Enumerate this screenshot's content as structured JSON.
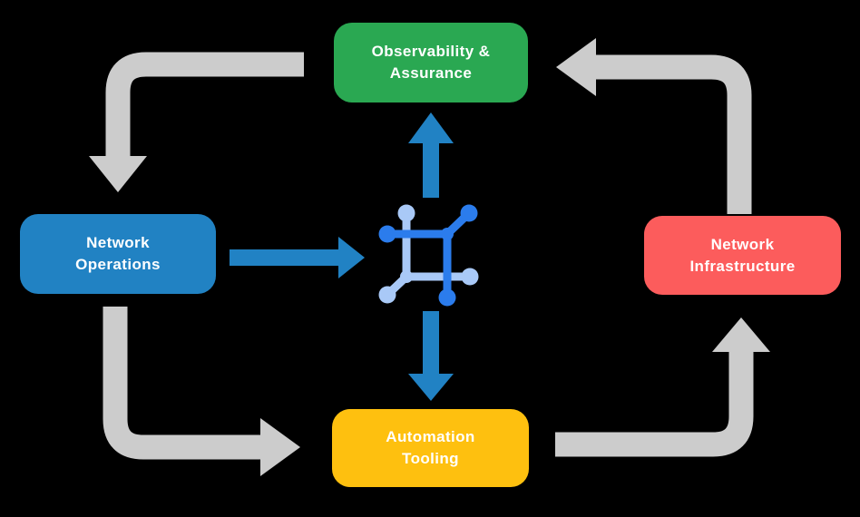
{
  "colors": {
    "background": "#000000",
    "arrow_gray": "#CCCCCC",
    "arrow_blue": "#2182C4",
    "node_green": "#2AA852",
    "node_blue": "#2182C3",
    "node_red": "#FC5C5C",
    "node_yellow": "#FEC00F",
    "icon_dark_blue": "#2B7CEC",
    "icon_light_blue": "#A9C9F7",
    "label_text": "#FFFFFF"
  },
  "nodes": {
    "observability": {
      "label": "Observability & Assurance",
      "lines": [
        "Observability &",
        "Assurance"
      ]
    },
    "operations": {
      "label": "Network Operations",
      "lines": [
        "Network",
        "Operations"
      ]
    },
    "infrastructure": {
      "label": "Network Infrastructure",
      "lines": [
        "Network",
        "Infrastructure"
      ]
    },
    "tooling": {
      "label": "Automation Tooling",
      "lines": [
        "Automation",
        "Tooling"
      ]
    }
  },
  "center_icon": {
    "name": "network-topology-icon"
  },
  "flows": [
    {
      "from": "Observability & Assurance",
      "to": "Network Operations",
      "style": "gray-elbow"
    },
    {
      "from": "Network Operations",
      "to": "Automation Tooling",
      "style": "gray-elbow"
    },
    {
      "from": "Automation Tooling",
      "to": "Network Infrastructure",
      "style": "gray-elbow"
    },
    {
      "from": "Network Infrastructure",
      "to": "Observability & Assurance",
      "style": "gray-elbow"
    },
    {
      "from": "Network Operations",
      "to": "center-icon",
      "style": "blue-straight"
    },
    {
      "from": "center-icon",
      "to": "Observability & Assurance",
      "style": "blue-straight"
    },
    {
      "from": "center-icon",
      "to": "Automation Tooling",
      "style": "blue-straight"
    }
  ]
}
